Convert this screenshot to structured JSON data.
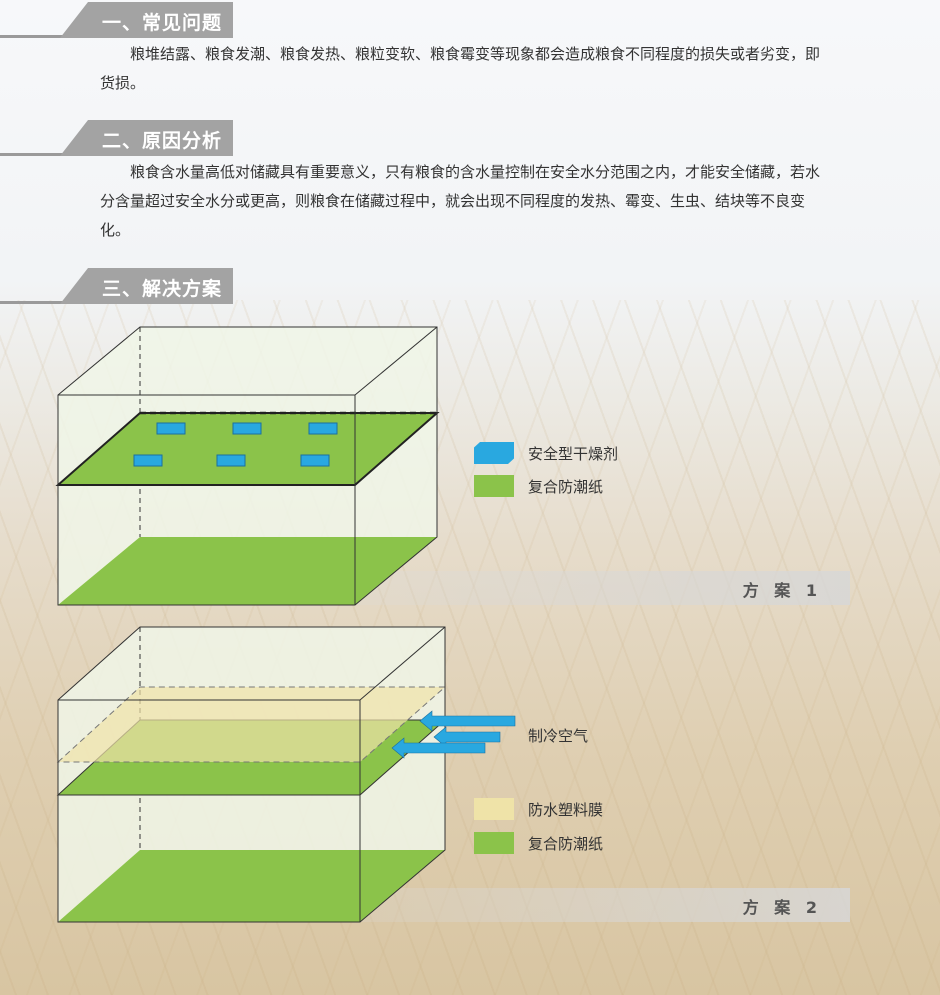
{
  "sections": [
    {
      "title": "一、常见问题",
      "text": "粮堆结露、粮食发潮、粮食发热、粮粒变软、粮食霉变等现象都会造成粮食不同程度的损失或者劣变，即货损。"
    },
    {
      "title": "二、原因分析",
      "text": "粮食含水量高低对储藏具有重要意义，只有粮食的含水量控制在安全水分范围之内，才能安全储藏，若水分含量超过安全水分或更高，则粮食在储藏过程中，就会出现不同程度的发热、霉变、生虫、结块等不良变化。"
    },
    {
      "title": "三、解决方案"
    }
  ],
  "plan1": {
    "label": "方 案 1",
    "legend": [
      "安全型干燥剂",
      "复合防潮纸"
    ]
  },
  "plan2": {
    "label": "方 案 2",
    "air": "制冷空气",
    "legend": [
      "防水塑料膜",
      "复合防潮纸"
    ]
  },
  "colors": {
    "green": "#8bc34a",
    "film": "#efe3a8",
    "desiccant": "#29a8e0",
    "header": "#a3a3a3"
  }
}
